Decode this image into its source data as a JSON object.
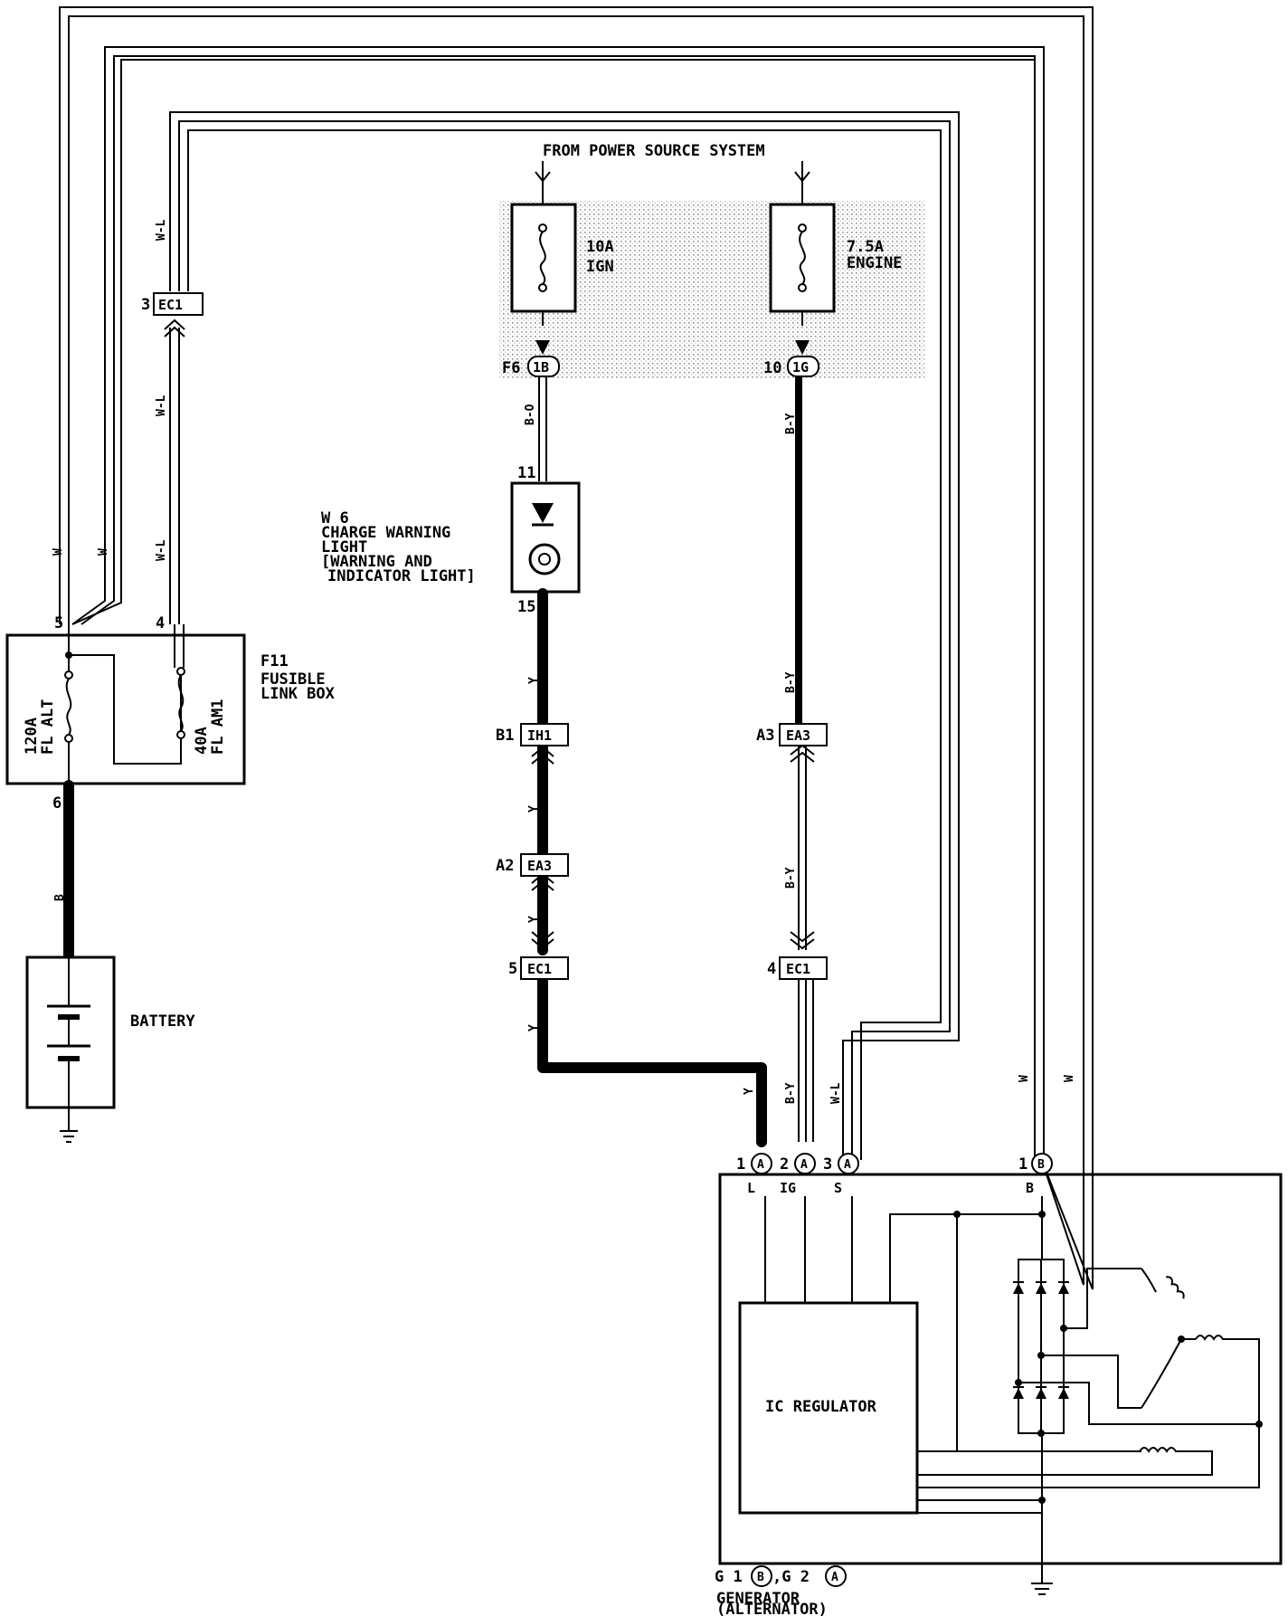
{
  "power_source": "FROM POWER SOURCE SYSTEM",
  "fuses": {
    "ign": {
      "rating": "10A",
      "name": "IGN",
      "pin": "F6",
      "conn": "1B"
    },
    "engine": {
      "rating": "7.5A",
      "name": "ENGINE",
      "pin": "10",
      "conn": "1G"
    }
  },
  "fusible_link_box": {
    "id": "F11",
    "name_line1": "FUSIBLE",
    "name_line2": "LINK BOX",
    "alt_rating": "120A",
    "alt_name": "FL ALT",
    "am1_rating": "40A",
    "am1_name": "FL AM1",
    "pin_top_left": "5",
    "pin_top_right": "4",
    "pin_bottom": "6"
  },
  "battery": {
    "label": "BATTERY"
  },
  "warning_light": {
    "id": "W 6",
    "line1": "CHARGE WARNING",
    "line2": "LIGHT",
    "line3": "[WARNING AND",
    "line4": "INDICATOR LIGHT]",
    "pin_in": "11",
    "pin_out": "15"
  },
  "connectors": {
    "ec1_top": {
      "pin": "3",
      "name": "EC1"
    },
    "ih1": {
      "pin": "B1",
      "name": "IH1"
    },
    "ea3_left": {
      "pin": "A2",
      "name": "EA3"
    },
    "ec1_left": {
      "pin": "5",
      "name": "EC1"
    },
    "ea3_right": {
      "pin": "A3",
      "name": "EA3"
    },
    "ec1_right": {
      "pin": "4",
      "name": "EC1"
    }
  },
  "wire_colors": {
    "w": "W",
    "wl": "W-L",
    "b": "B",
    "bo": "B-O",
    "by": "B-Y",
    "y": "Y"
  },
  "generator": {
    "pins": [
      {
        "num": "1",
        "conn": "A",
        "name": "L"
      },
      {
        "num": "2",
        "conn": "A",
        "name": "IG"
      },
      {
        "num": "3",
        "conn": "A",
        "name": "S"
      },
      {
        "num": "1",
        "conn": "B",
        "name": "B"
      }
    ],
    "regulator": "IC REGULATOR",
    "id_g1": "G 1",
    "id_g1_conn": "B",
    "id_g2": ",G 2",
    "id_g2_conn": "A",
    "name_line1": "GENERATOR",
    "name_line2": "(ALTERNATOR)"
  }
}
